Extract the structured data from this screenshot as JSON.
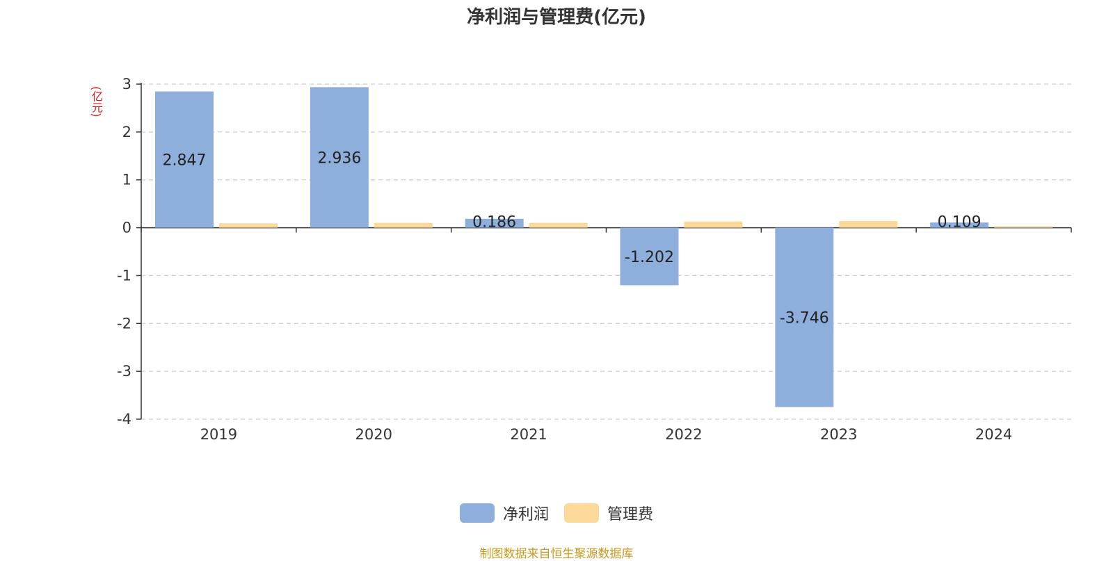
{
  "chart_data": {
    "type": "bar",
    "title": "净利润与管理费(亿元)",
    "ylabel": "(亿元)",
    "categories": [
      "2019",
      "2020",
      "2021",
      "2022",
      "2023",
      "2024"
    ],
    "series": [
      {
        "name": "净利润",
        "values": [
          2.847,
          2.936,
          0.186,
          -1.202,
          -3.746,
          0.109
        ],
        "labels": [
          "2.847",
          "2.936",
          "0.186",
          "-1.202",
          "-3.746",
          "0.109"
        ],
        "color": "#8eaedb"
      },
      {
        "name": "管理费",
        "values": [
          0.09,
          0.1,
          0.1,
          0.13,
          0.14,
          0.03
        ],
        "color": "#fcd899"
      }
    ],
    "ylim": [
      -4,
      3
    ],
    "yticks": [
      "3",
      "2",
      "1",
      "0",
      "-1",
      "-2",
      "-3",
      "-4"
    ],
    "grid": true,
    "legend_position": "bottom"
  },
  "source_note": "制图数据来自恒生聚源数据库"
}
